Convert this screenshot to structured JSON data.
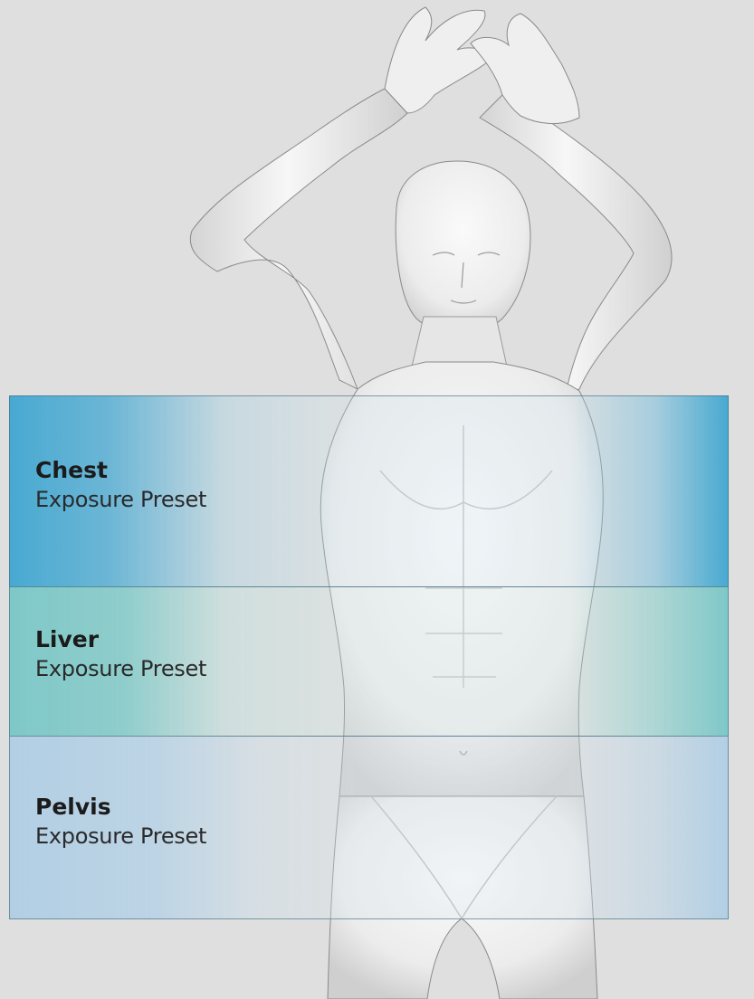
{
  "zones": {
    "chest": {
      "title": "Chest",
      "subtitle": "Exposure Preset"
    },
    "liver": {
      "title": "Liver",
      "subtitle": "Exposure Preset"
    },
    "pelvis": {
      "title": "Pelvis",
      "subtitle": "Exposure Preset"
    }
  },
  "colors": {
    "background": "#dfdfdf",
    "chest_accent": "#3ca5d0",
    "liver_accent": "#6ec4c4",
    "pelvis_accent": "#b0cee4",
    "body_fill": "#f2f2f2"
  }
}
